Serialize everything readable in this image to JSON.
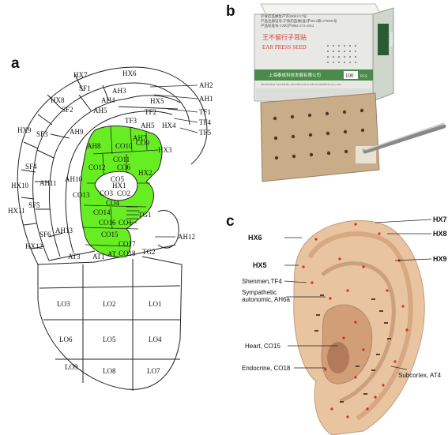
{
  "panels": {
    "a": "a",
    "b": "b",
    "c": "c"
  },
  "panel_a": {
    "regions": [
      "HX7",
      "HX6",
      "SF1",
      "AH2",
      "AH3",
      "AH1",
      "HX8",
      "AH4",
      "HX5",
      "TF1",
      "SF2",
      "AH5",
      "TF2",
      "TF4",
      "HX9",
      "SF3",
      "AH9",
      "TF3",
      "AH7",
      "AH5",
      "HX4",
      "TF5",
      "AH8",
      "CO10",
      "CO9",
      "HX3",
      "SF4",
      "AH11",
      "CO11",
      "CO6",
      "CO12",
      "HX2",
      "AH10",
      "CO5",
      "HX10",
      "CO13",
      "CO3",
      "CO2",
      "HX1",
      "CO4",
      "SF5",
      "CO14",
      "TG1",
      "CO16",
      "CO1",
      "HX11",
      "AH13",
      "CO15",
      "AH12",
      "SF6",
      "CO17",
      "HX12",
      "CO18",
      "AT",
      "TG2",
      "AT3",
      "AT1",
      "LO3",
      "LO2",
      "LO1",
      "LO6",
      "LO5",
      "LO4",
      "LO9",
      "LO8",
      "LO7"
    ]
  },
  "panel_b": {
    "box_lines": [
      "沪食药监械生产许20061117号",
      "产品注册证号:沪食药监械(准)字2012第1270981号",
      "产品标准号:YZB/沪0002-27A-2012"
    ],
    "product_cn": "王不留行子耳贴",
    "product_en": "EAR PRESS SEED",
    "count": "100",
    "unit": "PCS",
    "maker_cn": "上海泰成科技发展有限公司",
    "maker_en": "SHANGHAI TAICHENG TECHNOLOGY DEVELOPMENT CO.,LTD",
    "brand": "Natural"
  },
  "panel_c": {
    "labels": {
      "hx7": "HX7",
      "hx6": "HX6",
      "hx8": "HX8",
      "hx9": "HX9",
      "hx5": "HX5",
      "shenmen": "Shenmen,TF4",
      "symp1": "Sympathetic",
      "symp2": "autonomic, AH6a",
      "heart": "Heart, CO15",
      "endocrine": "Endocrine, CO18",
      "subcortex": "Subcortex, AT4"
    }
  },
  "colors": {
    "concha": "#66ee22",
    "skin": "#e9c4a0",
    "box": "#e8e8e4",
    "strip": "#c9ad88"
  }
}
